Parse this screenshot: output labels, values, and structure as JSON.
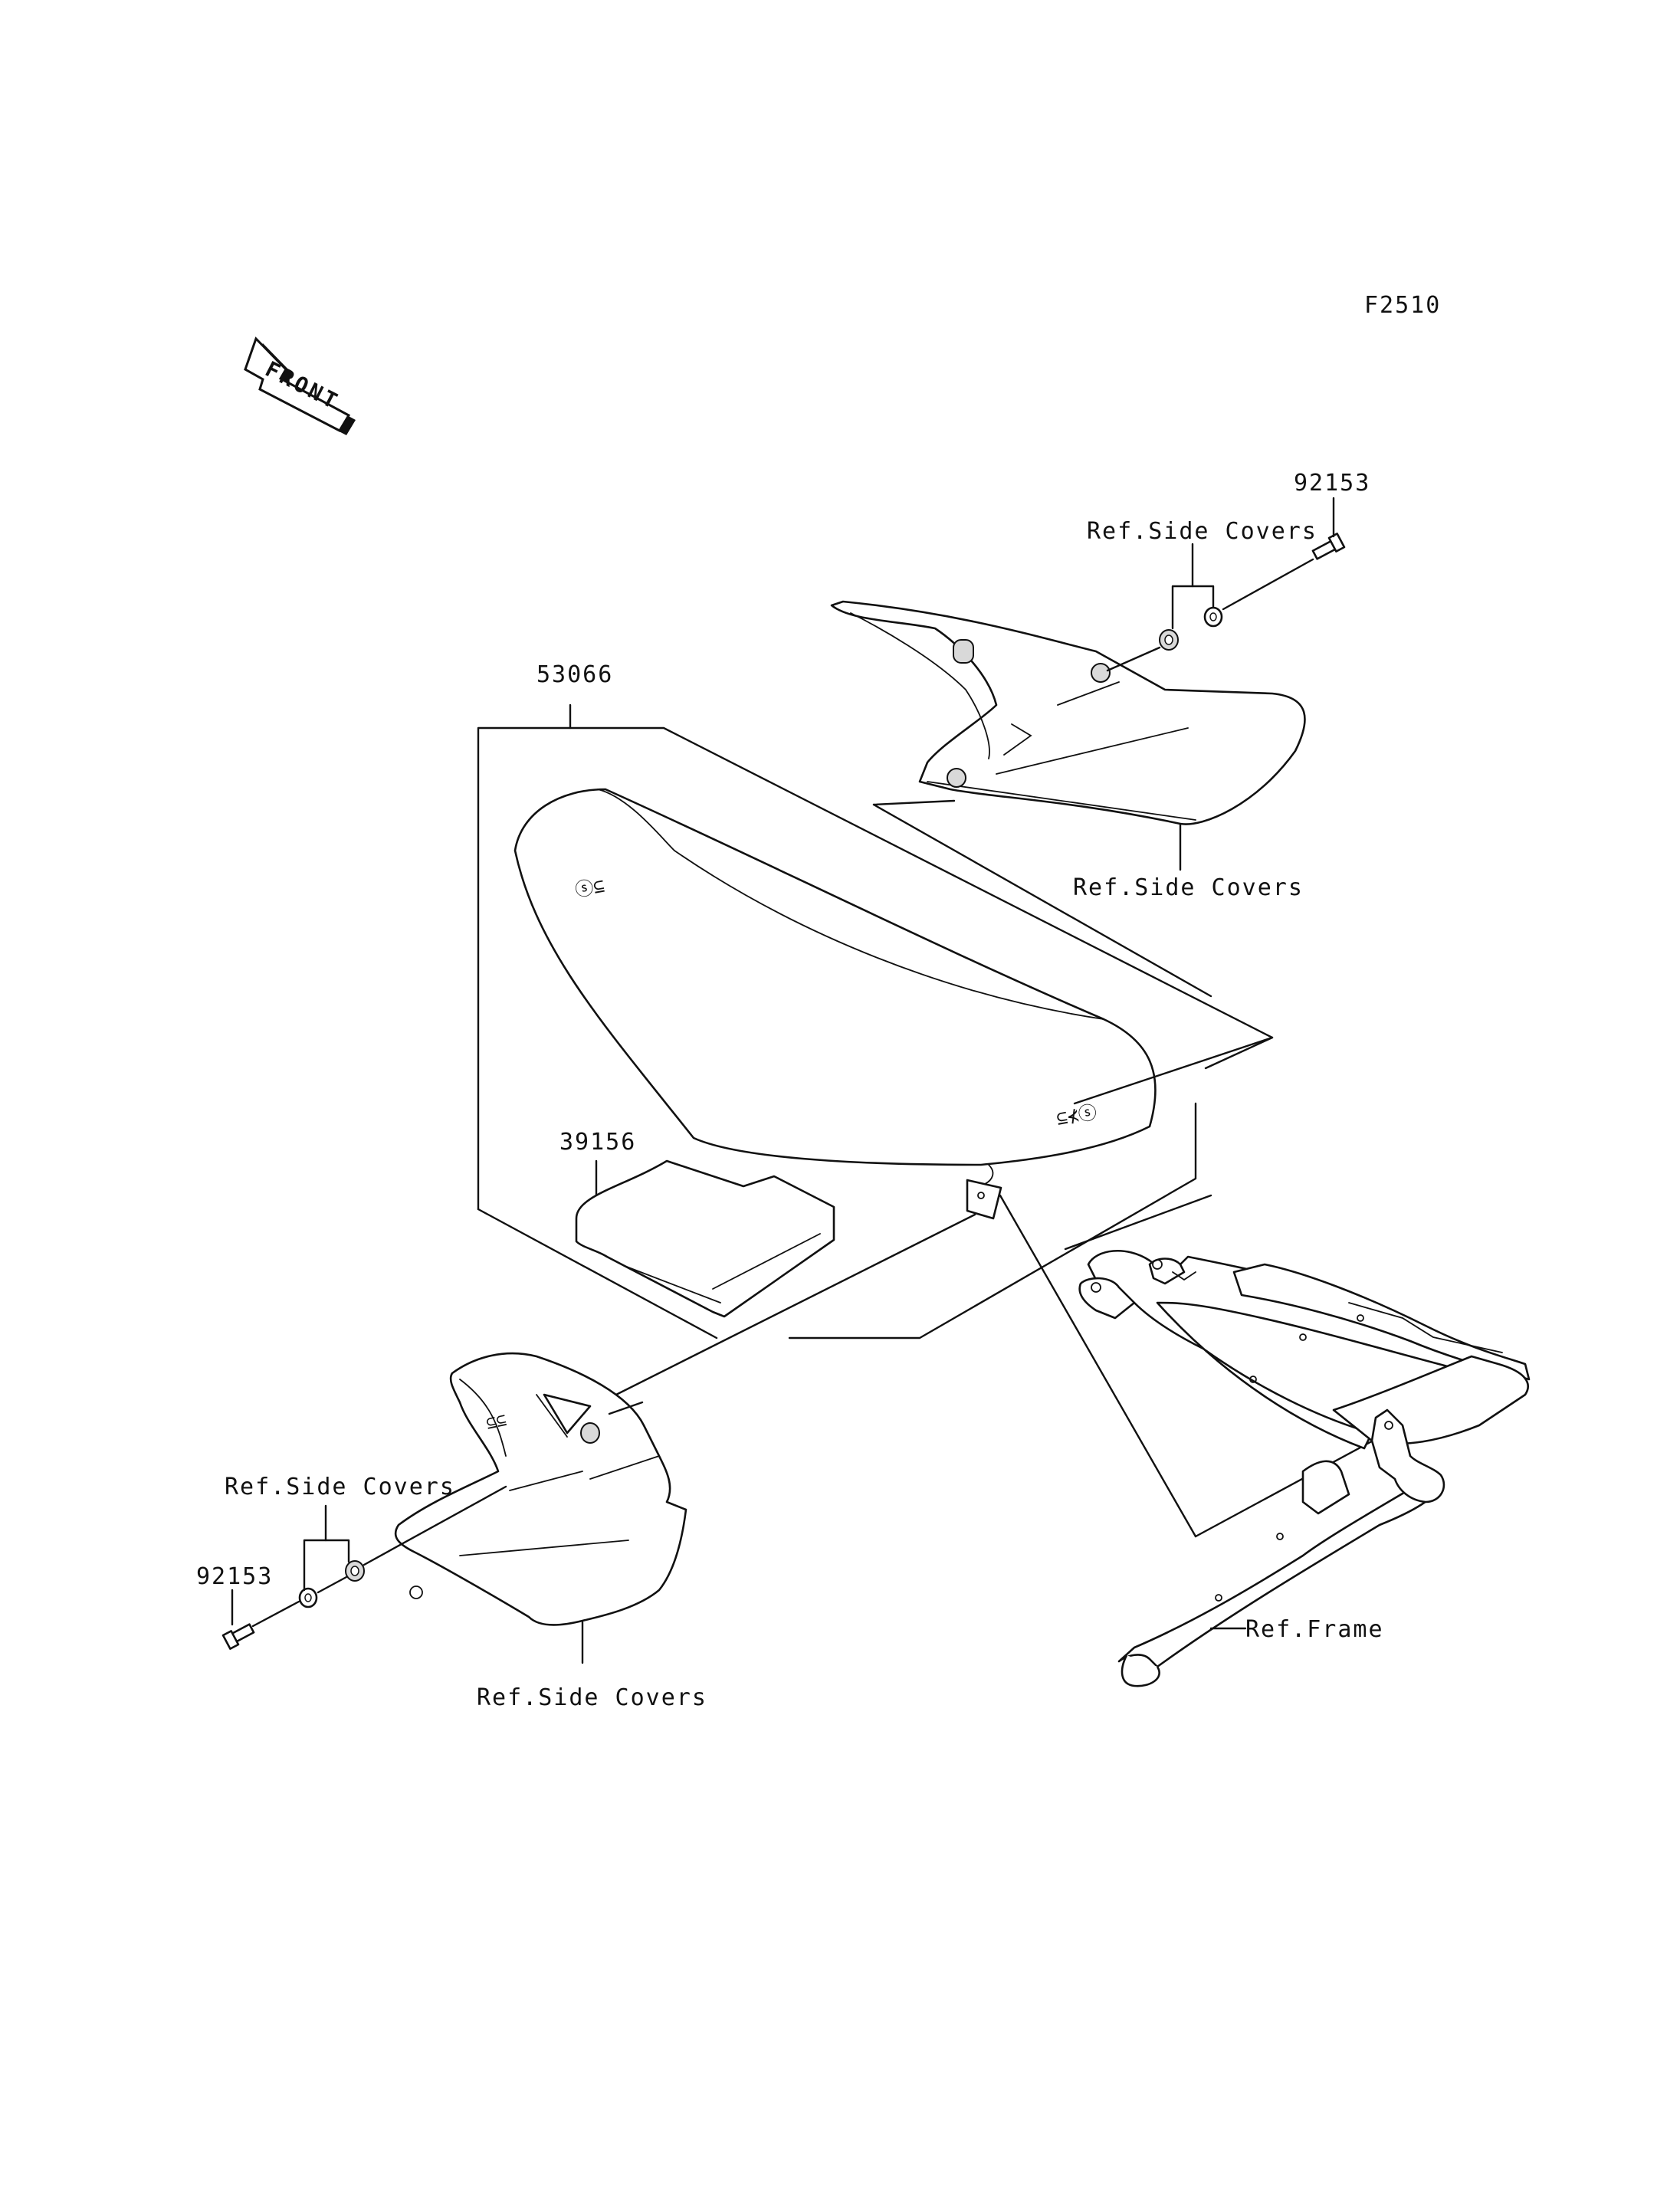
{
  "figure_code": "F2510",
  "direction_badge": {
    "label": "FRONT",
    "icon": "front-arrow-icon"
  },
  "callouts": {
    "seat": "53066",
    "seat_pad": "39156",
    "bolt_right": "92153",
    "bolt_left": "92153",
    "collar_right": "Ref.Side Covers",
    "cover_right": "Ref.Side Covers",
    "collar_left": "Ref.Side Covers",
    "cover_left": "Ref.Side Covers",
    "frame": "Ref.Frame"
  }
}
